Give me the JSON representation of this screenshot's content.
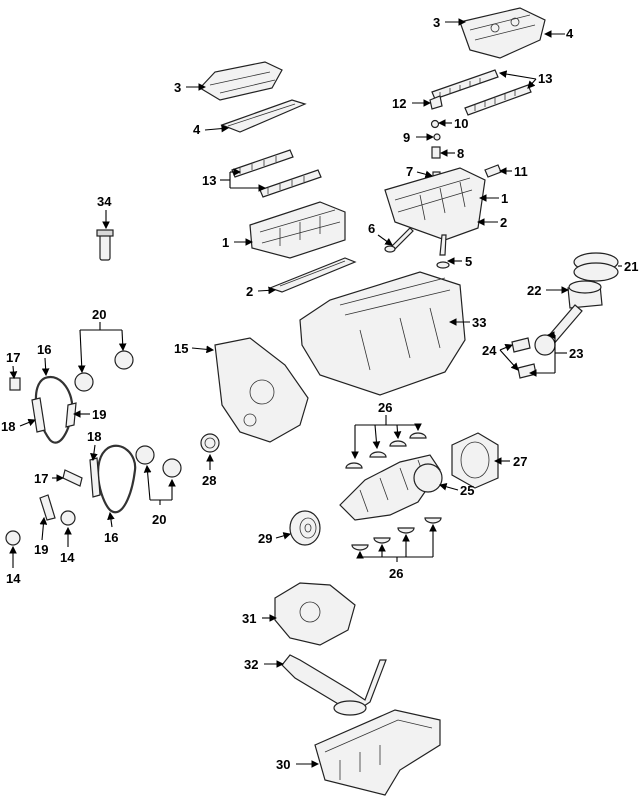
{
  "callouts": {
    "c3a": "3",
    "c4a": "4",
    "c13a": "13",
    "c3b": "3",
    "c4b": "4",
    "c12": "12",
    "c10": "10",
    "c9": "9",
    "c8": "8",
    "c7": "7",
    "c11": "11",
    "c13b": "13",
    "c1a": "1",
    "c2a": "2",
    "c34": "34",
    "c6": "6",
    "c5": "5",
    "c1b": "1",
    "c2b": "2",
    "c21": "21",
    "c22": "22",
    "c23": "23",
    "c24": "24",
    "c33": "33",
    "c20a": "20",
    "c17a": "17",
    "c16a": "16",
    "c18a": "18",
    "c19a": "19",
    "c15": "15",
    "c18b": "18",
    "c17b": "17",
    "c28": "28",
    "c26a": "26",
    "c27": "27",
    "c25": "25",
    "c20b": "20",
    "c19b": "19",
    "c14a": "14",
    "c14b": "14",
    "c16b": "16",
    "c29": "29",
    "c26b": "26",
    "c31": "31",
    "c32": "32",
    "c30": "30"
  }
}
